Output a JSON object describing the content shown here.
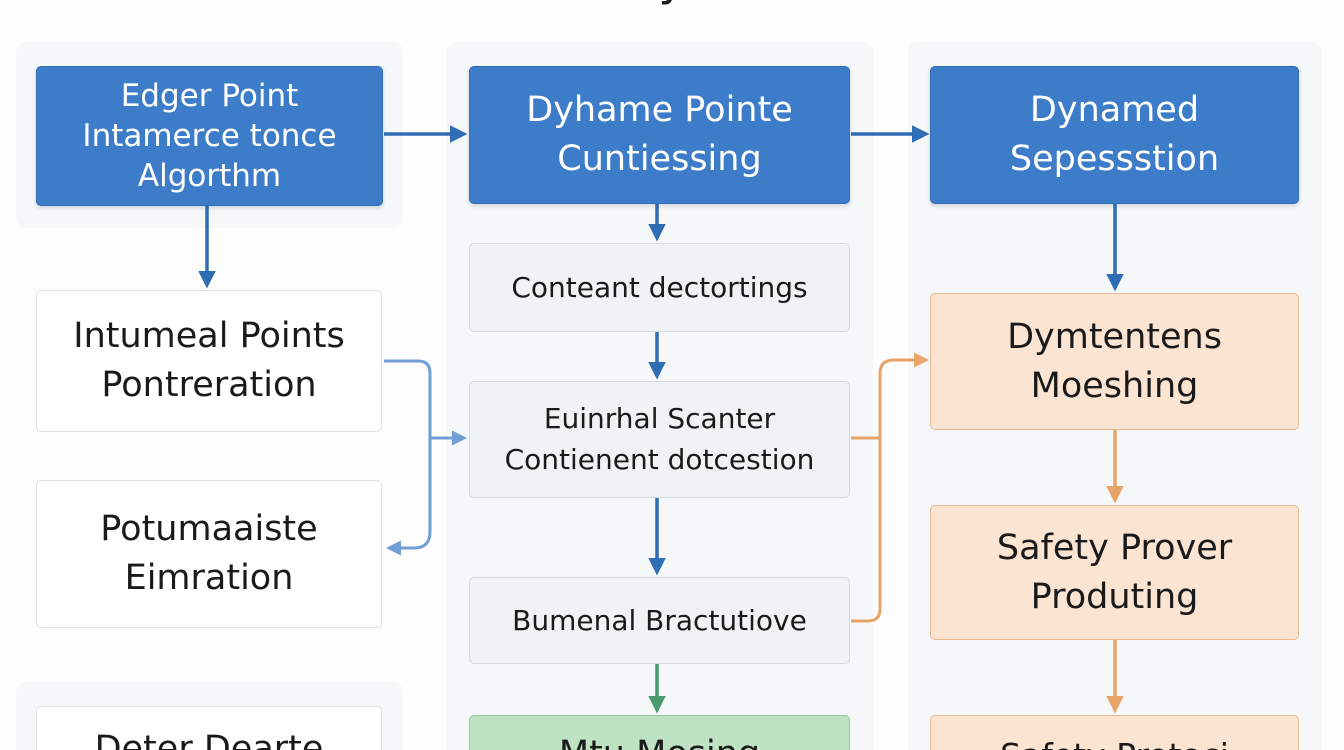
{
  "diagram": {
    "title_fragment": "y",
    "nodes": [
      {
        "id": "edger",
        "lines": [
          "Edger Point",
          "Intamerce tonce",
          "Algorthm"
        ]
      },
      {
        "id": "dyhame",
        "lines": [
          "Dyhame Pointe",
          "Cuntiessing"
        ]
      },
      {
        "id": "dynamed",
        "lines": [
          "Dynamed",
          "Sepessstion"
        ]
      },
      {
        "id": "intumeal",
        "lines": [
          "Intumeal Points",
          "Pontreration"
        ]
      },
      {
        "id": "potumaaiste",
        "lines": [
          "Potumaaiste",
          "Eimration"
        ]
      },
      {
        "id": "deter",
        "lines": [
          "Deter Dearte"
        ]
      },
      {
        "id": "conteant",
        "lines": [
          "Conteant dectortings"
        ]
      },
      {
        "id": "euinrhal",
        "lines": [
          "Euinrhal Scanter",
          "Contienent dotcestion"
        ]
      },
      {
        "id": "bumenal",
        "lines": [
          "Bumenal Bractutiove"
        ]
      },
      {
        "id": "mtu",
        "lines": [
          "Mtu Mosing"
        ]
      },
      {
        "id": "dymtentens",
        "lines": [
          "Dymtentens",
          "Moeshing"
        ]
      },
      {
        "id": "safety",
        "lines": [
          "Safety Prover",
          "Produting"
        ]
      },
      {
        "id": "safety2",
        "lines": [
          "Safety Protoci"
        ]
      }
    ],
    "colors": {
      "blue": "#3d7cc9",
      "blue_arrow": "#2f6db5",
      "link_blue": "#6f9fd6",
      "orange_fill": "#fbe4d1",
      "orange_arrow": "#e8a468",
      "green_fill": "#bfe3c2",
      "green_arrow": "#4a9a6e",
      "gray_fill": "#f1f2f4"
    }
  }
}
